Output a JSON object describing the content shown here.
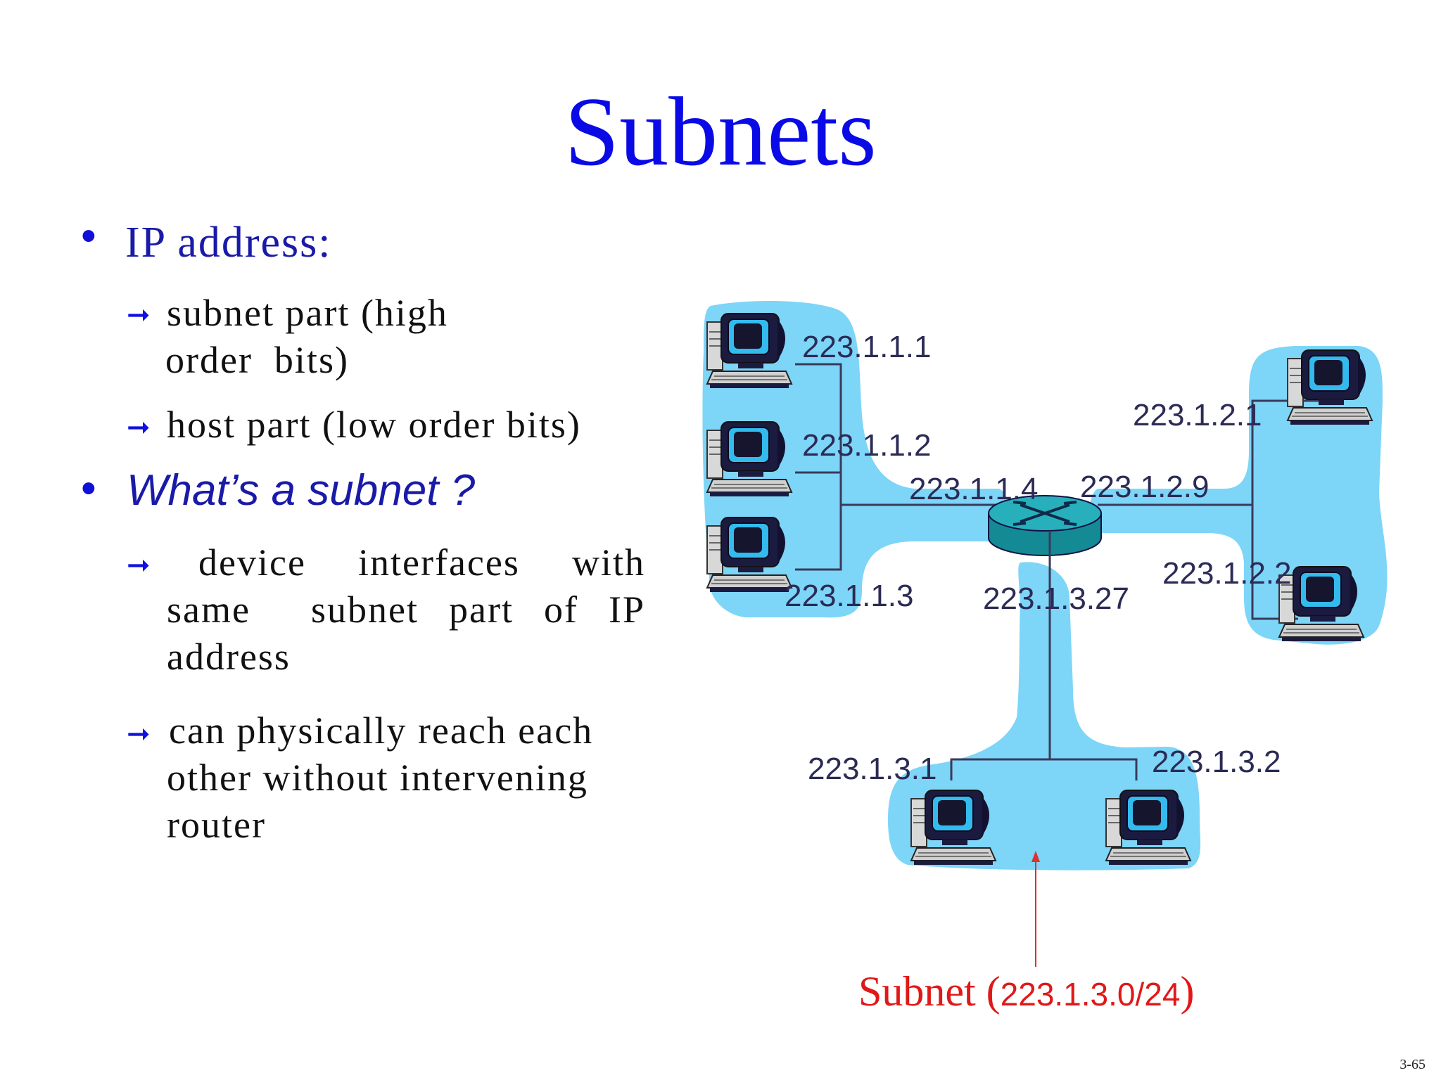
{
  "title": "Subnets",
  "bullets": [
    {
      "label": "IP address:",
      "items": [
        {
          "lines": [
            "subnet part (high",
            "order  bits)"
          ]
        },
        {
          "lines": [
            "host part (low order bits)"
          ]
        }
      ]
    },
    {
      "label": "What’s a subnet ?",
      "items": [
        {
          "lines": [
            "device interfaces with",
            "same  subnet part of IP",
            "address"
          ]
        },
        {
          "lines": [
            "can physically reach each",
            "other without intervening",
            "router"
          ]
        }
      ]
    }
  ],
  "diagram": {
    "ip_labels": {
      "h111": "223.1.1.1",
      "h112": "223.1.1.2",
      "h113": "223.1.1.3",
      "r114": "223.1.1.4",
      "r129": "223.1.2.9",
      "h121": "223.1.2.1",
      "h122": "223.1.2.2",
      "r1327": "223.1.3.27",
      "h131": "223.1.3.1",
      "h132": "223.1.3.2"
    },
    "caption_word": "Subnet (",
    "caption_addr": "223.1.3.0/24",
    "caption_close": ")",
    "colors": {
      "blob": "#7dd5f8",
      "caption": "#e01818",
      "router": "#1e9aa6",
      "link": "#404060"
    }
  },
  "page_number": "3-65"
}
